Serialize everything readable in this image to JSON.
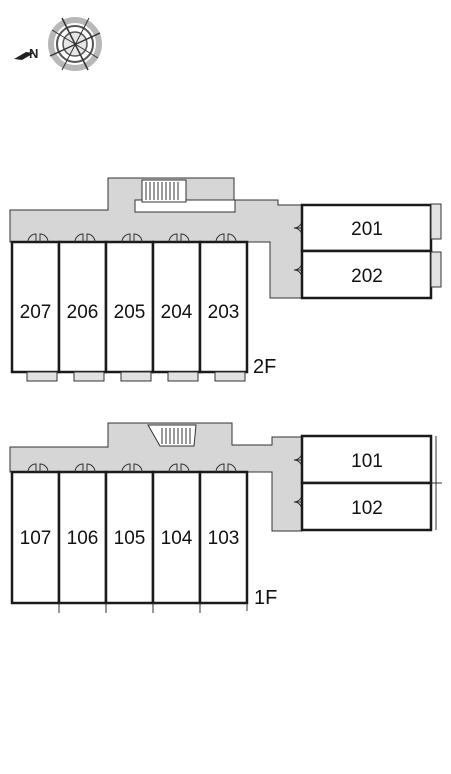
{
  "compass": {
    "north_label": "N",
    "icon": "compass-rose-icon"
  },
  "colors": {
    "corridor": "#d6d6d6",
    "wall": "#1a1a1a",
    "unit_fill": "#ffffff",
    "balcony_fill": "#e2e2e2"
  },
  "floors": [
    {
      "label": "2F",
      "west_units": [
        "207",
        "206",
        "205",
        "204",
        "203"
      ],
      "east_units": [
        "201",
        "202"
      ]
    },
    {
      "label": "1F",
      "west_units": [
        "107",
        "106",
        "105",
        "104",
        "103"
      ],
      "east_units": [
        "101",
        "102"
      ]
    }
  ]
}
